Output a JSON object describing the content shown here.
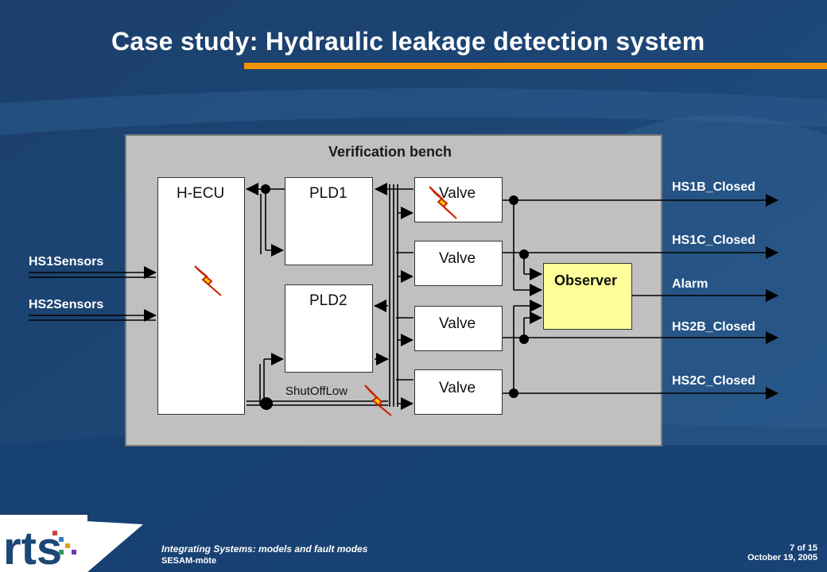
{
  "slide": {
    "title": "Case study: Hydraulic leakage detection system",
    "footer_title": "Integrating Systems: models and fault modes",
    "footer_event": "SESAM-möte",
    "page": "7 of 15",
    "date": "October 19, 2005",
    "logo_text": "rts"
  },
  "diagram": {
    "bench_title": "Verification bench",
    "hecu": "H-ECU",
    "pld1": "PLD1",
    "pld2": "PLD2",
    "valves": [
      "Valve",
      "Valve",
      "Valve",
      "Valve"
    ],
    "observer": "Observer",
    "shutoff": "ShutOffLow",
    "inputs": [
      "HS1Sensors",
      "HS2Sensors"
    ],
    "outputs": [
      "HS1B_Closed",
      "HS1C_Closed",
      "Alarm",
      "HS2B_Closed",
      "HS2C_Closed"
    ]
  },
  "colors": {
    "accent": "#f39200",
    "background": "#1c4776",
    "observer_fill": "#ffff99"
  }
}
